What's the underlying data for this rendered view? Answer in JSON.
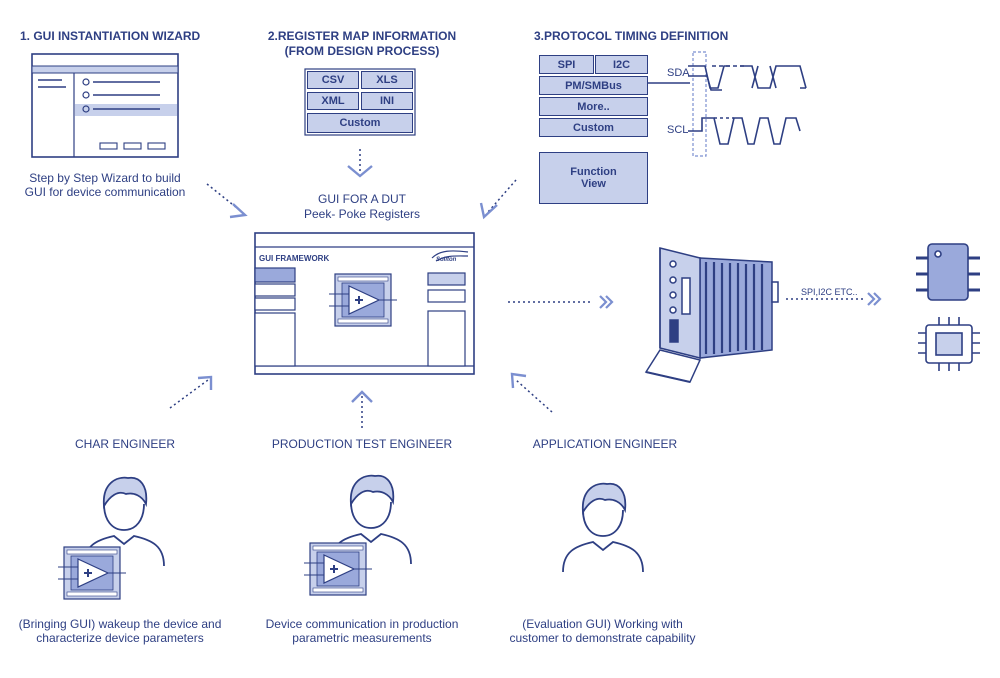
{
  "headings": {
    "step1": "1. GUI INSTANTIATION WIZARD",
    "step2_line1": "2.REGISTER MAP INFORMATION",
    "step2_line2": "(FROM DESIGN PROCESS)",
    "step3": "3.PROTOCOL TIMING DEFINITION"
  },
  "wizard": {
    "caption_line1": "Step by Step Wizard to build",
    "caption_line2": "GUI for device communication"
  },
  "register_formats": [
    "CSV",
    "XLS",
    "XML",
    "INI",
    "Custom"
  ],
  "protocols": [
    "SPI",
    "I2C",
    "PM/SMBus",
    "More..",
    "Custom"
  ],
  "function_view": {
    "line1": "Function",
    "line2": "View"
  },
  "signals": {
    "sda": "SDA",
    "scl": "SCL"
  },
  "center": {
    "title_line1": "GUI FOR A DUT",
    "title_line2": "Peek- Poke Registers",
    "framework_label": "GUI FRAMEWORK",
    "logo_text": "Soliton"
  },
  "bus_label": "SPI,I2C ETC..",
  "engineers": [
    {
      "title": "CHAR ENGINEER",
      "desc_line1": "(Bringing GUI) wakeup the device and",
      "desc_line2": "characterize device parameters"
    },
    {
      "title": "PRODUCTION TEST ENGINEER",
      "desc_line1": "Device communication in production",
      "desc_line2": "parametric measurements"
    },
    {
      "title": "APPLICATION ENGINEER",
      "desc_line1": "(Evaluation GUI) Working with",
      "desc_line2": "customer to demonstrate capability"
    }
  ],
  "colors": {
    "primary": "#2e3f83",
    "fill": "#c7d0eb",
    "accent": "#7b8fd0"
  }
}
